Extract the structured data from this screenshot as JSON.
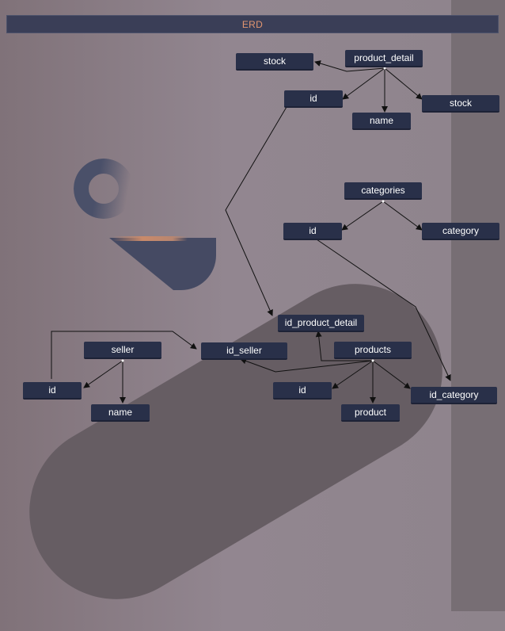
{
  "title": "ERD",
  "entities": {
    "product_detail": {
      "label": "product_detail",
      "attrs": [
        "stock",
        "id",
        "name",
        "stock"
      ]
    },
    "categories": {
      "label": "categories",
      "attrs": [
        "id",
        "category"
      ]
    },
    "seller": {
      "label": "seller",
      "attrs": [
        "id",
        "name"
      ]
    },
    "products": {
      "label": "products",
      "attrs": [
        "id_product_detail",
        "id_seller",
        "id",
        "product",
        "id_category"
      ]
    }
  },
  "nodes": {
    "product_detail": "product_detail",
    "pd_stock_left": "stock",
    "pd_id": "id",
    "pd_name": "name",
    "pd_stock_right": "stock",
    "categories": "categories",
    "cat_id": "id",
    "cat_category": "category",
    "seller": "seller",
    "seller_id": "id",
    "seller_name": "name",
    "products": "products",
    "prod_id_product_detail": "id_product_detail",
    "prod_id_seller": "id_seller",
    "prod_id": "id",
    "prod_product": "product",
    "prod_id_category": "id_category"
  },
  "colors": {
    "background": "#8b7f87",
    "node_fill": "#293049",
    "node_text": "#ffffff",
    "title_bar": "#3a3e57",
    "title_text": "#e39670",
    "edge": "#111111"
  }
}
